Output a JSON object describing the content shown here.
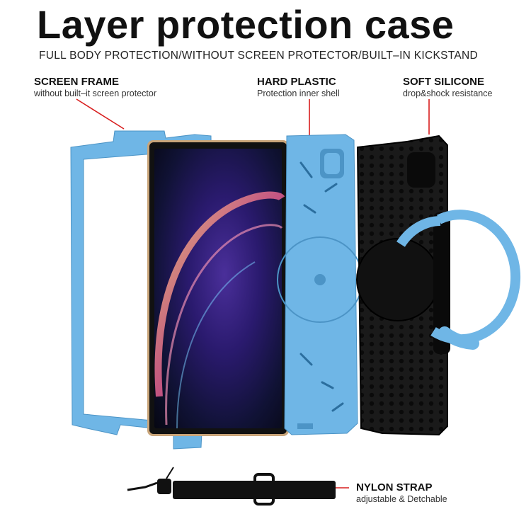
{
  "title": "Layer protection case",
  "subtitle": "FULL BODY PROTECTION/WITHOUT SCREEN PROTECTOR/BUILT–IN KICKSTAND",
  "callouts": {
    "screen_frame": {
      "title": "SCREEN FRAME",
      "desc": "without built–it screen protector"
    },
    "hard_plastic": {
      "title": "HARD PLASTIC",
      "desc": "Protection inner shell"
    },
    "soft_silicone": {
      "title": "SOFT SILICONE",
      "desc": "drop&shock resistance"
    },
    "nylon_strap": {
      "title": "NYLON STRAP",
      "desc": "adjustable & Detchable"
    }
  },
  "colors": {
    "case_blue": "#6fb6e6",
    "silicone_black": "#151515",
    "callout_red": "#d81e1e"
  }
}
